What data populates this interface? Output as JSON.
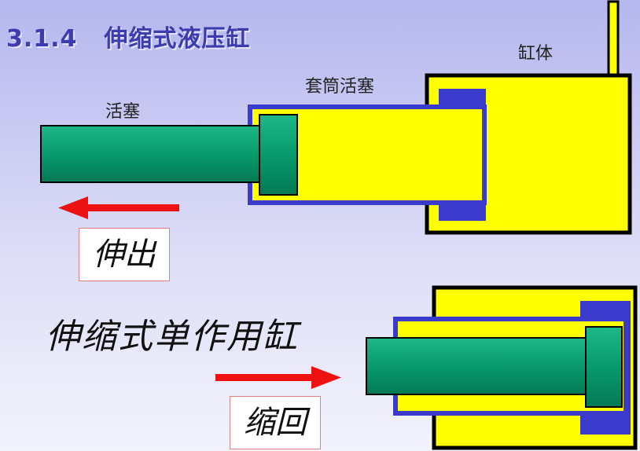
{
  "title": {
    "section": "3.1.4",
    "text": "伸缩式液压缸"
  },
  "labels": {
    "cylinder_body": "缸体",
    "sleeve_piston": "套筒活塞",
    "piston": "活塞"
  },
  "states": {
    "extend": "伸出",
    "retract": "缩回"
  },
  "caption": "伸缩式单作用缸",
  "colors": {
    "hydraulic_oil": "#ffff00",
    "sleeve_seal": "#3a3acc",
    "piston_rod": "#08936a",
    "arrow": "#ee1111",
    "title": "#3c3cae"
  }
}
